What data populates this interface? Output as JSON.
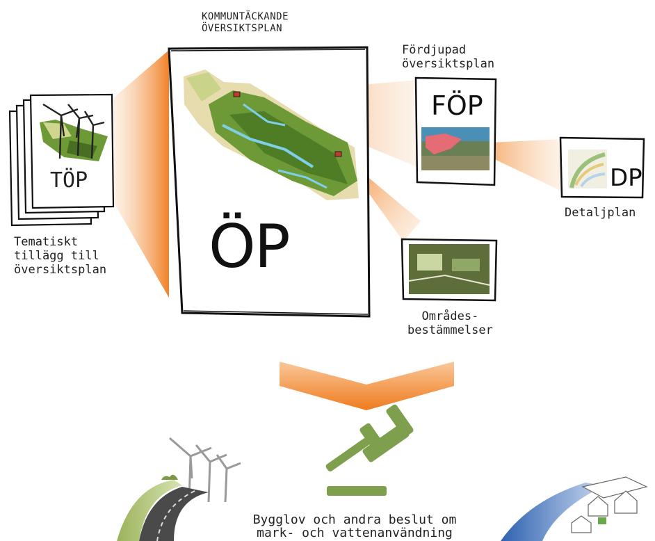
{
  "diagram": {
    "main_plan": {
      "header": "KOMMUNTÄCKANDE\nÖVERSIKTSPLAN",
      "big_label": "ÖP"
    },
    "thematic_plan": {
      "doc_label": "TÖP",
      "caption": "Tematiskt\ntillägg till\növersiktsplan"
    },
    "deepened_plan": {
      "caption": "Fördjupad\növersiktsplan",
      "doc_label": "FÖP"
    },
    "detail_plan": {
      "doc_label": "DP",
      "caption": "Detaljplan"
    },
    "area_regulations": {
      "caption": "Områdes-\nbestämmelser"
    },
    "outcome": {
      "text": "Bygglov och andra beslut om\nmark- och vattenanvändning"
    },
    "icons": [
      "wind-turbine-icon",
      "gavel-icon",
      "road-icon",
      "house-sketch-icon",
      "arrow-down-chevron-icon"
    ],
    "colors": {
      "accent_orange": "#f07b1d",
      "gavel_green": "#7ea04e",
      "map_green": "#5f8a2d"
    }
  }
}
